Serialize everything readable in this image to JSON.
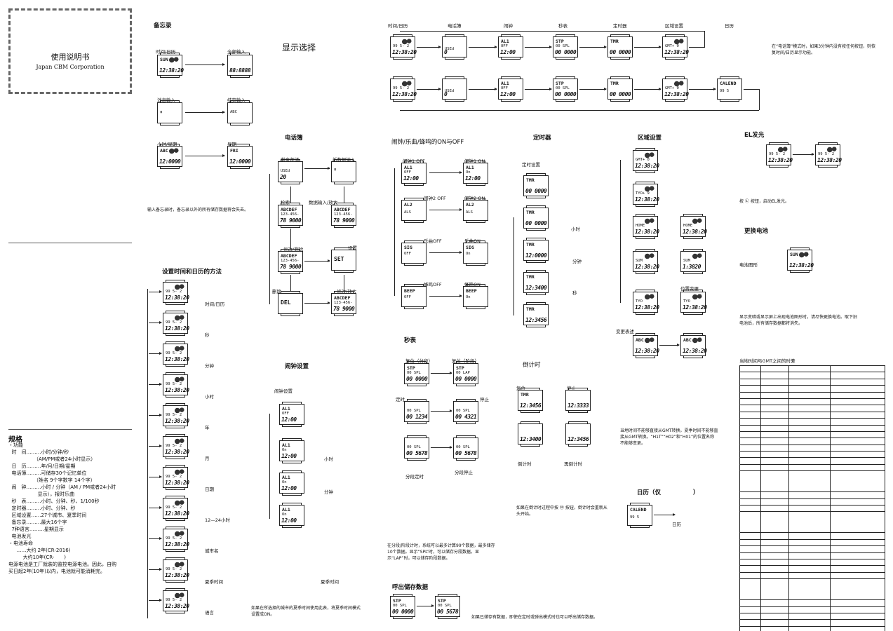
{
  "cover": {
    "title": "使用说明书",
    "company": "Japan CBM Corporation"
  },
  "sections": {
    "memo": "备忘录",
    "display_select": "显示选择",
    "phonebook": "电话簿",
    "set_time": "设置时间和日历的方法",
    "alarm_on_off": "闹钟/乐曲/蜂鸣的ON与OFF",
    "alarm_set": "闹钟设置",
    "alarm_set_sub": "闹钟设置",
    "stopwatch": "秒表",
    "timer": "定时器",
    "timer_set": "定时设置",
    "countdown": "倒计时",
    "recall": "呼出储存数据",
    "world": "区域设置",
    "calendar": "日历（仅",
    "el": "EL发光",
    "battery": "更换电池",
    "gmt": "当地时间与GMT之间的时差",
    "specs": "规格"
  },
  "mode_bar": [
    "时间/日历",
    "电话簿",
    "闹钟",
    "秒表",
    "定时器",
    "区域设置",
    "日历"
  ],
  "mode_note": "在“电话簿”模式时，如果3分钟内没有按任何按钮，则恢复时间/日历显示功能。",
  "memo_labels": {
    "time_cal": "时间/日历",
    "all_input": "全部输入",
    "msg_input": "消息输入",
    "end_input": "结束输入",
    "hour_cal": "小时/星期",
    "week": "星期",
    "note": "输入备忘录时，备忘录以外的所有储存数据将会失去。"
  },
  "phonebook_labels": {
    "remaining": "剩余存储",
    "new_input": "新数据输入",
    "data_input": "数据输入/放大",
    "search": "检索",
    "edit": "修改/删除",
    "set": "设置",
    "delete": "删除",
    "edit_set": "修改/放大"
  },
  "set_time_labels": [
    "时间/日历",
    "秒",
    "分钟",
    "小时",
    "年",
    "月",
    "日期",
    "12—24小时",
    "城市名",
    "夏季时间",
    "语言"
  ],
  "alarm_labels": {
    "a1off": "闹钟1 OFF",
    "a1on": "闹钟1 ON",
    "a2off": "闹钟2 OFF",
    "a2on": "闹钟2 ON",
    "sigoff": "乐曲OFF",
    "sigon": "乐曲ON",
    "beepoff": "蜂鸣OFF",
    "beepon": "蜂鸣ON",
    "hour": "小时",
    "minute": "分钟",
    "dst": "夏季时间",
    "dst_note": "如果在所选择的城市的夏季时间使用此表，将夏季时间模式设置成ON。"
  },
  "stopwatch_labels": {
    "reset_split": "复位（分段）",
    "reset_lap": "复位（阶段）",
    "timing": "定时",
    "stop": "停止",
    "split_timing": "分段定时",
    "split_stop": "分段停止",
    "note": "在分段/阶段计时，系统可以最多计算99个数据，最多储存10个数据。显示“SPL”时，可以储存分段数据。显示“LAP”时，可以储存阶段数据。"
  },
  "timer_labels": {
    "hour": "小时",
    "minute": "分钟",
    "second": "秒",
    "reset": "复位",
    "stop": "停止",
    "countdown": "倒计时",
    "repeat": "再倒计时",
    "note": "如果在倒计时过程中按 Ⓜ 按钮，倒计时会重新从头开始。"
  },
  "recall_note": "如果已储存有数据，即使在定时或弹出模式时也可以呼出储存数据。",
  "world_labels": {
    "pos_change": "位置变更",
    "name_change": "变更表述",
    "note": "当地时间不能够直接从GMT转换。夏季时间不能够直接从GMT转换。“H1T”“H02”和“H01”的位置名称不能够变更。"
  },
  "calendar_labels": {
    "close": "）",
    "cal": "日历"
  },
  "el_note": "按 Ⓛ 按钮，启动EL发光。",
  "battery_labels": {
    "icon": "电池图形",
    "note": "显示变暗或显示屏上出现电池图形时，请尽快更换电池。取下旧电池后，所有储存数据都将消失。"
  },
  "specs": {
    "lines": [
      "・功能",
      "  时　间………小时/分钟/秒",
      "  　　　　　（AM/PM或者24小时显示）",
      "  日　历………年/月/日期/星期",
      "  电话簿………可储存30个记忆单位",
      "  　　　　　（姓名 9个字数字 14个字）",
      "  闹　钟………小时 / 分钟（AM / PM或者24小时",
      "  　　　　　 显示），报时乐曲",
      "  秒　表………小时、分钟、秒、1/100秒",
      "  定时器………小时、分钟、秒",
      "  区域设置……27个城市、夏季时间",
      "  备忘录………最大16个字",
      "  7种语言………星期显示",
      "  电池发光",
      "・电池寿命",
      "  　……大约 2年(CR-2016)",
      "  　　 大约10年(CR-　　)",
      "电源电池是工厂就装的监控电源电池。因此，自购",
      "买日起2年(10年)以内，电池就可能消耗完。"
    ]
  },
  "lcd": {
    "time": "12:38:20",
    "date": "99  5- 2",
    "sun": "SUN",
    "used": "USEd",
    "abcdef": "ABCDEF",
    "phone": "123-456-",
    "num": "78 9000",
    "set": "SET",
    "del": "DEL",
    "al1": "AL1",
    "off": "OFF",
    "on": "On",
    "al2": "AL2",
    "als": "ALS",
    "sig": "SIG",
    "beep": "BEEP",
    "t1200": "12:00",
    "stp": "STP",
    "spl": "00 SPL",
    "lap": "00 LAP",
    "zero": "00 0000",
    "tmr": "TMR",
    "gmt": "GMT+ 0",
    "calend": "CALEND",
    "fri": "FRI",
    "abc": "ABC"
  }
}
